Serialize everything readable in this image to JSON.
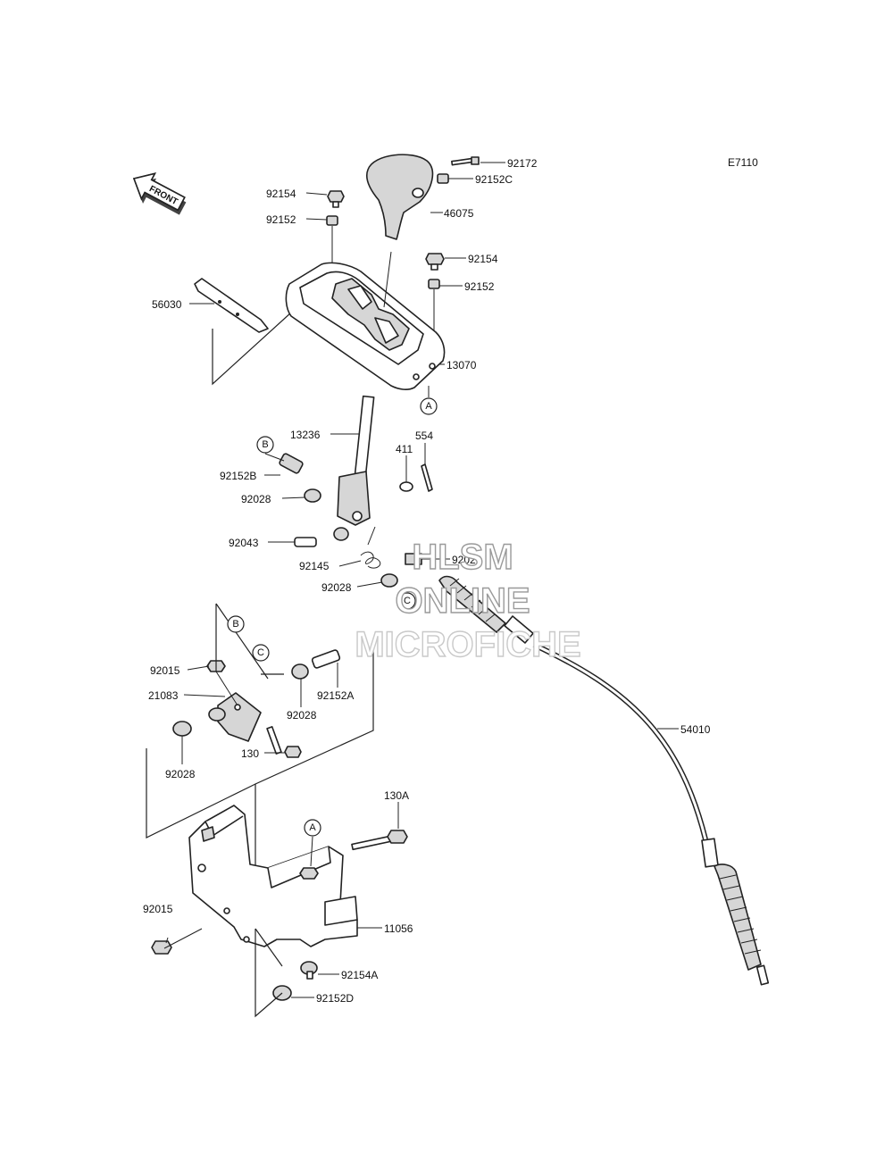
{
  "diagram_code": "E7110",
  "front_label": "FRONT",
  "ref_a": "A",
  "ref_b": "B",
  "ref_c": "C",
  "watermark": {
    "line1": "HLSM",
    "line2": "ONLINE",
    "line3": "MICROFICHE"
  },
  "parts": {
    "p92172": "92172",
    "p92152C": "92152C",
    "p46075": "46075",
    "p92154_top": "92154",
    "p92152_top": "92152",
    "p92154_right": "92154",
    "p92152_right": "92152",
    "p56030": "56030",
    "p13070": "13070",
    "p13236": "13236",
    "p554": "554",
    "p411": "411",
    "p92152B": "92152B",
    "p92028_a": "92028",
    "p92043": "92043",
    "p92145": "92145",
    "p92026": "92026",
    "p92028_b": "92028",
    "p92015_top": "92015",
    "p21083": "21083",
    "p92028_c": "92028",
    "p92152A": "92152A",
    "p130": "130",
    "p92028_d": "92028",
    "p54010": "54010",
    "p130A": "130A",
    "p92015_bottom": "92015",
    "p11056": "11056",
    "p92154A": "92154A",
    "p92152D": "92152D"
  }
}
